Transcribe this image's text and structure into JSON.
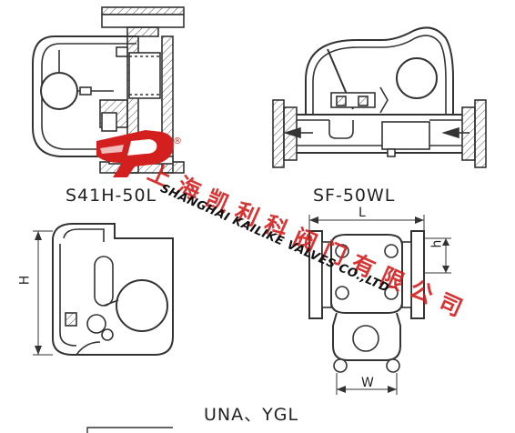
{
  "captions": {
    "s41": "S41H-50L",
    "sf": "SF-50WL",
    "una": "UNA、YGL"
  },
  "dimensions": {
    "L": "L",
    "h": "h",
    "H": "H",
    "W": "W"
  },
  "watermark": {
    "cn": "上海凯利科阀门有限公司",
    "en": "SHANGHAI KAILIKE VALVES CO.,LTD",
    "reg": "®",
    "color": "#d41f1f"
  }
}
